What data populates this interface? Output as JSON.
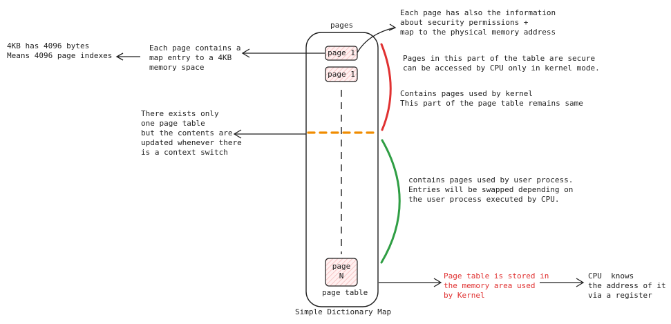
{
  "diagram": {
    "table_title": "pages",
    "table_label": "page table",
    "caption": "Simple Dictionary Map",
    "entries": [
      {
        "label": "page 1"
      },
      {
        "label": "page 1"
      },
      {
        "label": "page\nN"
      }
    ],
    "notes": {
      "security_info": "Each page has also the information\nabout security permissions +\nmap to the physical memory address",
      "map_entry": "Each page contains a\nmap entry to a 4KB\nmemory space",
      "bytes": "4KB has 4096 bytes\nMeans 4096 page indexes",
      "kernel_secure": "Pages in this part of the table are secure\ncan be accessed by CPU only in kernel mode.",
      "kernel_pages": "Contains pages used by kernel\nThis part of the page table remains same",
      "single_table": "There exists only\none page table\nbut the contents are\nupdated whenever there\nis a context switch",
      "user_pages": "contains pages used by user process.\nEntries will be swapped depending on\nthe user process executed by CPU.",
      "stored_in_kernel": "Page table is stored in\nthe memory area used\nby Kernel",
      "cpu_register": "CPU  knows\nthe address of it\nvia a register"
    },
    "colors": {
      "ink": "#1e1e1e",
      "kernel_brace": "#e03131",
      "user_brace": "#2f9e44",
      "separator": "#f08c00",
      "entry_fill": "#ffe3e3",
      "red_text": "#e03131"
    }
  }
}
